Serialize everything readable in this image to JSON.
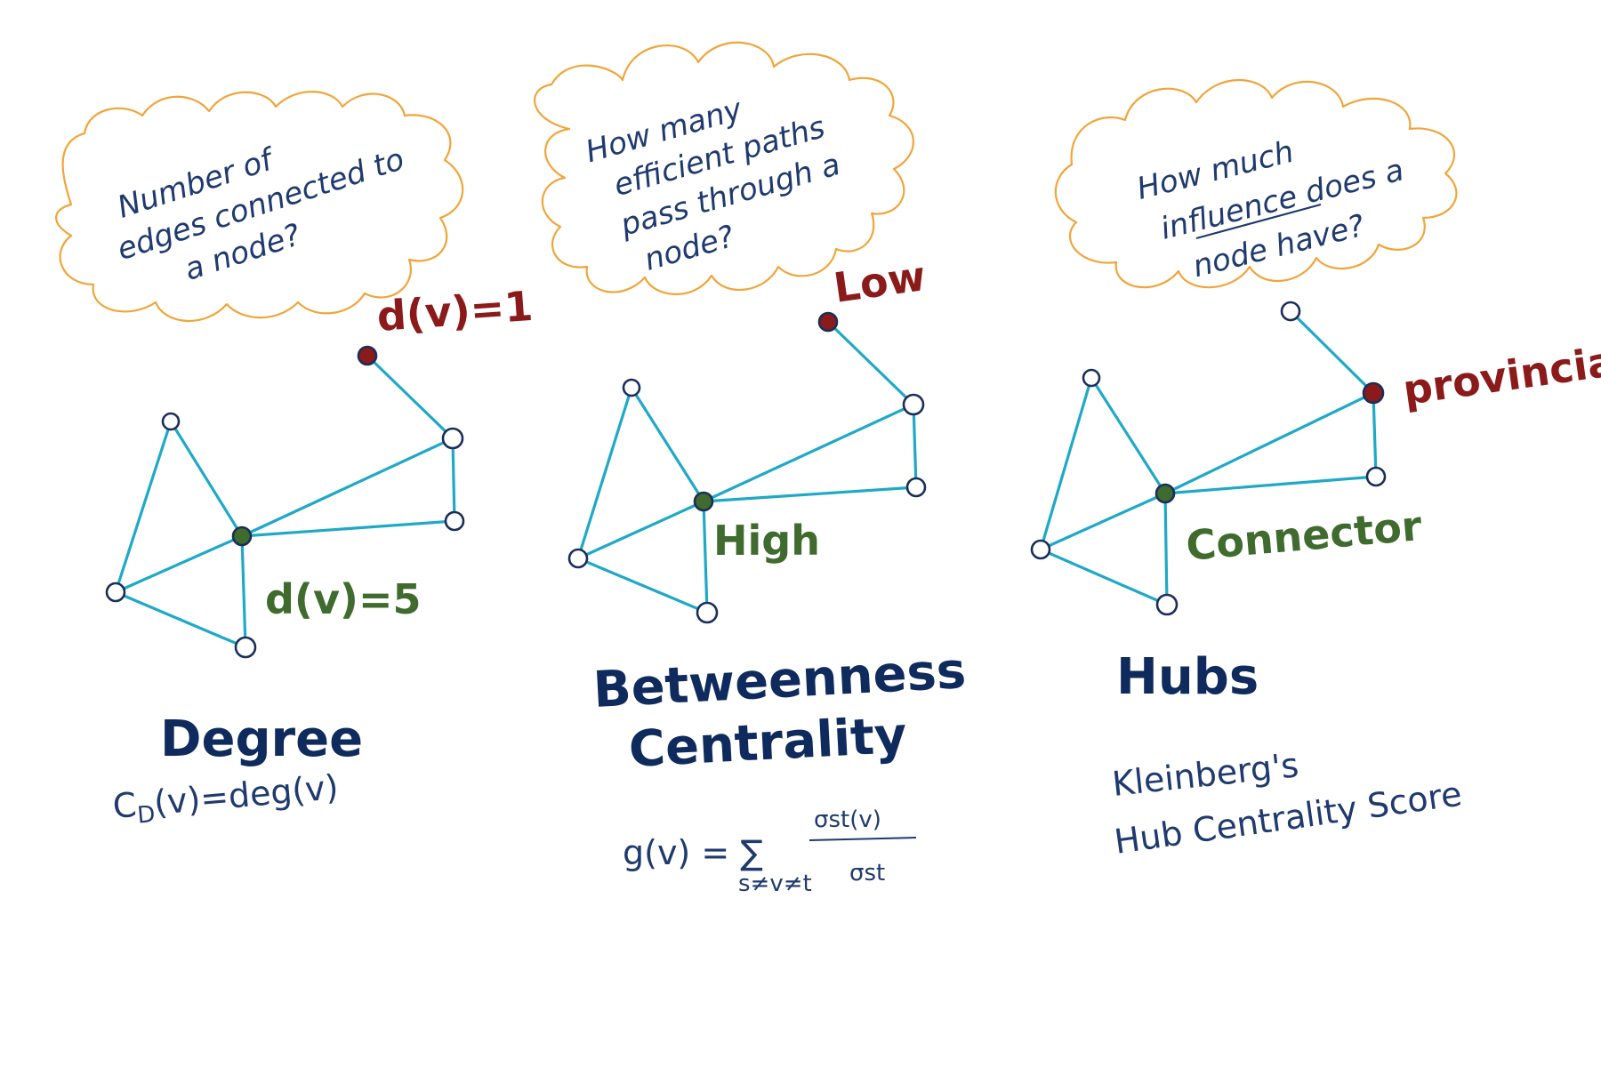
{
  "panels": [
    {
      "id": "degree",
      "question_lines": [
        "Number of",
        "edges connected to",
        "a node?"
      ],
      "low_label": "d(v)=1",
      "high_label": "d(v)=5",
      "title_lines": [
        "Degree"
      ],
      "formula": "C",
      "formula_sub": "D",
      "formula_rest": "(v)=deg(v)"
    },
    {
      "id": "betweenness",
      "question_lines": [
        "How many",
        "efficient paths",
        "pass through a",
        "node?"
      ],
      "low_label": "Low",
      "high_label": "High",
      "title_lines": [
        "Betweenness",
        "Centrality"
      ],
      "formula_lhs": "g(v) = ∑",
      "formula_sum_sub": "s≠v≠t",
      "formula_num": "σst(v)",
      "formula_den": "σst"
    },
    {
      "id": "hubs",
      "question_lines": [
        "How much",
        "influence does a",
        "node have?"
      ],
      "low_label": "provincial",
      "high_label": "Connector",
      "title_lines": [
        "Hubs"
      ],
      "subtitle_lines": [
        "Kleinberg's",
        "Hub Centrality Score"
      ]
    }
  ],
  "colors": {
    "cloud": "#f0a53a",
    "edge": "#1fa9c7",
    "node_outline": "#1a2e5a",
    "red_node": "#8b1a1a",
    "green_node": "#3f6b2e",
    "title": "#0f2a5c"
  }
}
